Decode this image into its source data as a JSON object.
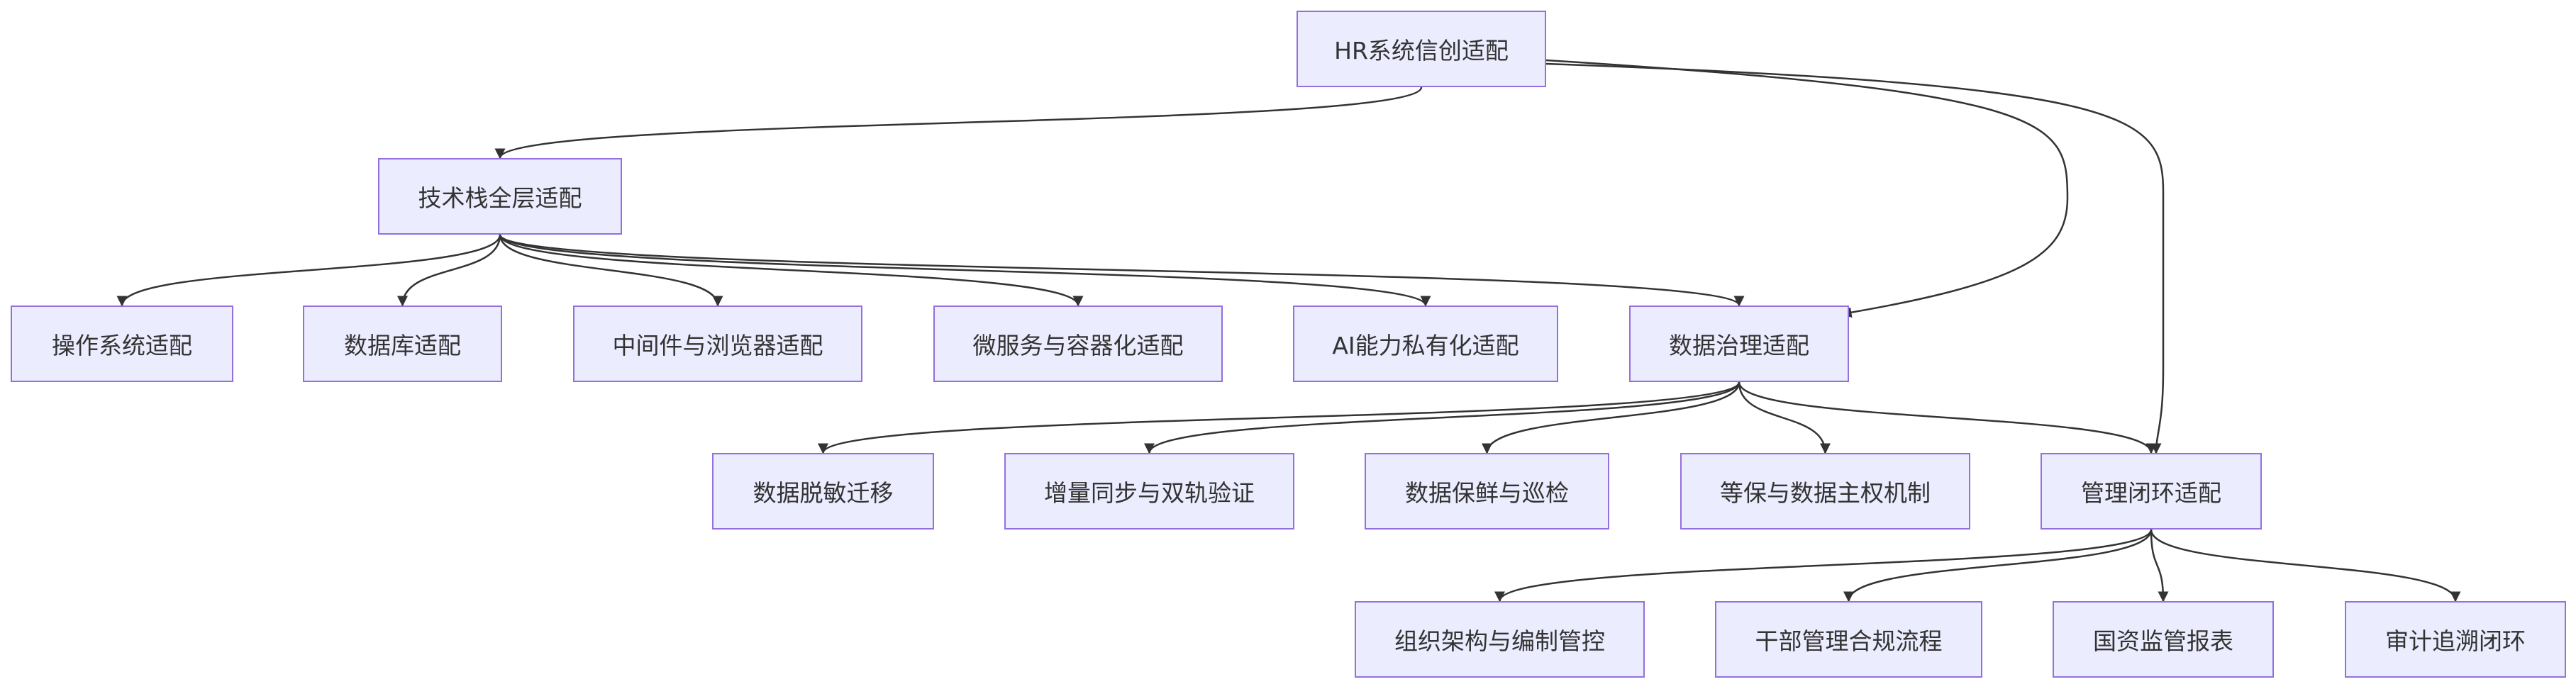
{
  "diagram": {
    "line_color": "#333333",
    "node_fill": "#ECECFF",
    "node_border": "#9370DB",
    "nodes": [
      {
        "id": "root",
        "label": "HR系统信创适配"
      },
      {
        "id": "tech",
        "label": "技术栈全层适配"
      },
      {
        "id": "os",
        "label": "操作系统适配"
      },
      {
        "id": "db",
        "label": "数据库适配"
      },
      {
        "id": "mw",
        "label": "中间件与浏览器适配"
      },
      {
        "id": "ms",
        "label": "微服务与容器化适配"
      },
      {
        "id": "ai",
        "label": "AI能力私有化适配"
      },
      {
        "id": "gov",
        "label": "数据治理适配"
      },
      {
        "id": "mask",
        "label": "数据脱敏迁移"
      },
      {
        "id": "sync",
        "label": "增量同步与双轨验证"
      },
      {
        "id": "fresh",
        "label": "数据保鲜与巡检"
      },
      {
        "id": "sec",
        "label": "等保与数据主权机制"
      },
      {
        "id": "mgmt",
        "label": "管理闭环适配"
      },
      {
        "id": "org",
        "label": "组织架构与编制管控"
      },
      {
        "id": "cadre",
        "label": "干部管理合规流程"
      },
      {
        "id": "sasac",
        "label": "国资监管报表"
      },
      {
        "id": "audit",
        "label": "审计追溯闭环"
      }
    ],
    "edges": [
      {
        "from": "root",
        "to": "tech"
      },
      {
        "from": "root",
        "to": "gov"
      },
      {
        "from": "root",
        "to": "mgmt"
      },
      {
        "from": "tech",
        "to": "os"
      },
      {
        "from": "tech",
        "to": "db"
      },
      {
        "from": "tech",
        "to": "mw"
      },
      {
        "from": "tech",
        "to": "ms"
      },
      {
        "from": "tech",
        "to": "ai"
      },
      {
        "from": "tech",
        "to": "gov"
      },
      {
        "from": "gov",
        "to": "mask"
      },
      {
        "from": "gov",
        "to": "sync"
      },
      {
        "from": "gov",
        "to": "fresh"
      },
      {
        "from": "gov",
        "to": "sec"
      },
      {
        "from": "gov",
        "to": "mgmt"
      },
      {
        "from": "mgmt",
        "to": "org"
      },
      {
        "from": "mgmt",
        "to": "cadre"
      },
      {
        "from": "mgmt",
        "to": "sasac"
      },
      {
        "from": "mgmt",
        "to": "audit"
      }
    ]
  }
}
